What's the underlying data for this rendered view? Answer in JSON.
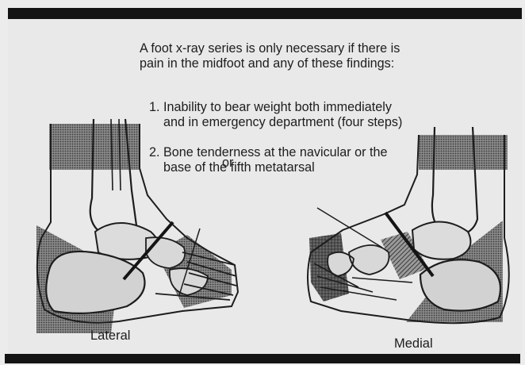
{
  "text": {
    "intro": "A foot x-ray series is only necessary if there is pain in the midfoot and any of these findings:",
    "criteria": [
      {
        "num": "1.",
        "text": "Inability to bear weight both immediately and in emergency department (four steps)"
      },
      {
        "num": "2.",
        "text": "Bone tenderness at the navicular or the base of the fifth metatarsal"
      }
    ],
    "or": "or",
    "labels": {
      "lateral": "Lateral",
      "medial": "Medial"
    }
  },
  "colors": {
    "border": "#141414",
    "background": "#e9e9e9",
    "ink": "#1d1d1d",
    "shade": "#5a5a5a"
  }
}
